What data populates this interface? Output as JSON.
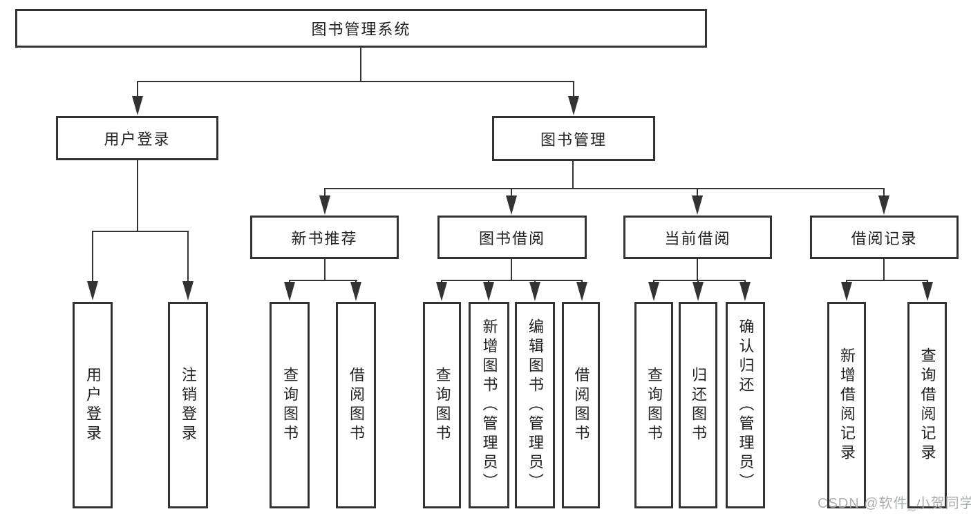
{
  "tree": {
    "label": "图书管理系统",
    "children": [
      {
        "label": "用户登录",
        "children": [
          {
            "label": "用户登录"
          },
          {
            "label": "注销登录"
          }
        ]
      },
      {
        "label": "图书管理",
        "children": [
          {
            "label": "新书推荐",
            "children": [
              {
                "label": "查询图书"
              },
              {
                "label": "借阅图书"
              }
            ]
          },
          {
            "label": "图书借阅",
            "children": [
              {
                "label": "查询图书"
              },
              {
                "label": "新增图书（管理员）"
              },
              {
                "label": "编辑图书（管理员）"
              },
              {
                "label": "借阅图书"
              }
            ]
          },
          {
            "label": "当前借阅",
            "children": [
              {
                "label": "查询图书"
              },
              {
                "label": "归还图书"
              },
              {
                "label": "确认归还（管理员）"
              }
            ]
          },
          {
            "label": "借阅记录",
            "children": [
              {
                "label": "新增借阅记录"
              },
              {
                "label": "查询借阅记录"
              }
            ]
          }
        ]
      }
    ]
  },
  "watermark": {
    "text": "CSDN @软件_小贺同学"
  },
  "colors": {
    "line": "#333333",
    "text": "#222222",
    "watermark": "#A7A9B2",
    "background": "#FFFFFF"
  }
}
